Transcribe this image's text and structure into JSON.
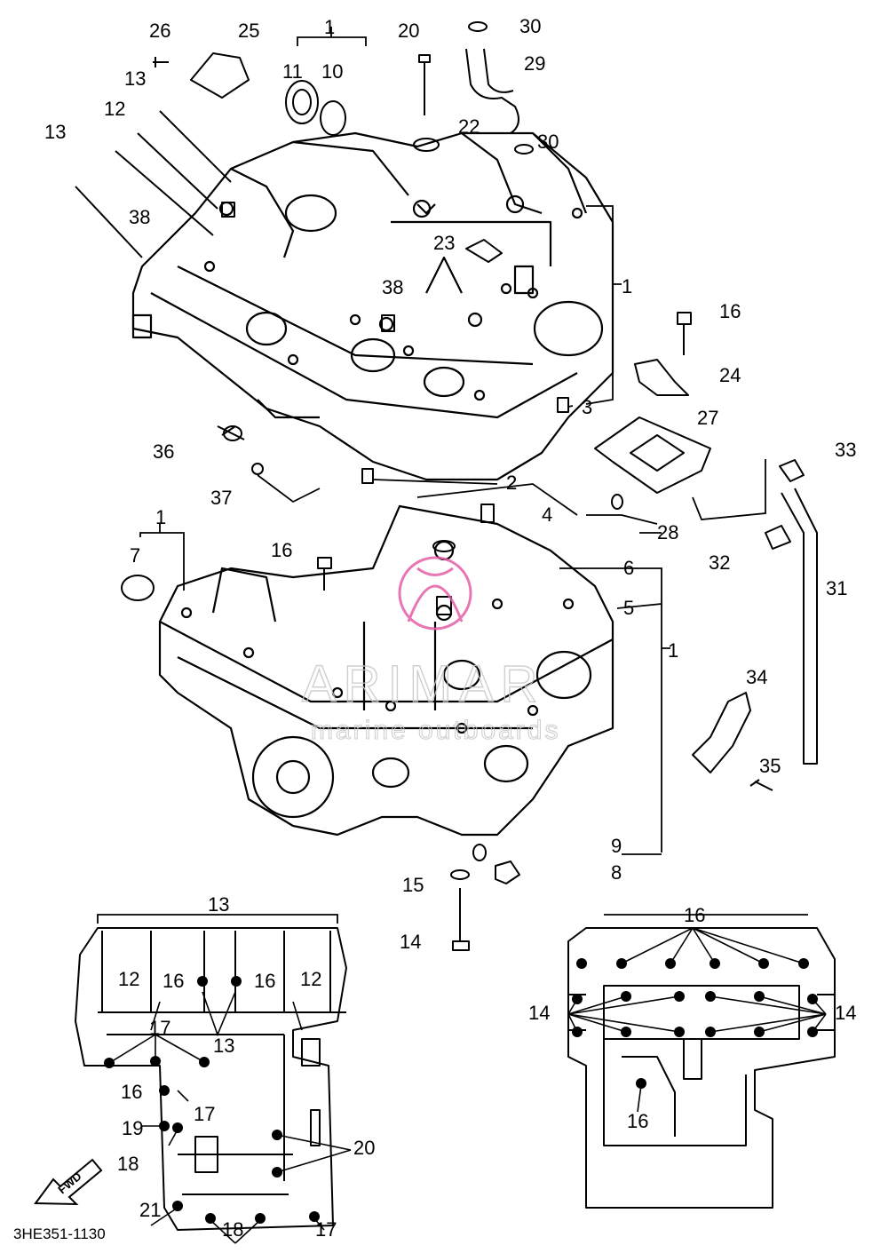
{
  "diagram_code": "3HE351-1130",
  "fwd_label": "FWD",
  "watermark": {
    "brand": "ARIMAR",
    "tagline": "marine outboards"
  },
  "callouts": [
    "1",
    "2",
    "3",
    "4",
    "5",
    "6",
    "7",
    "8",
    "9",
    "10",
    "11",
    "12",
    "13",
    "14",
    "15",
    "16",
    "17",
    "18",
    "19",
    "20",
    "21",
    "22",
    "23",
    "24",
    "25",
    "26",
    "27",
    "28",
    "29",
    "30",
    "31",
    "32",
    "33",
    "34",
    "35",
    "36",
    "37",
    "38"
  ],
  "colors": {
    "line": "#000000",
    "watermark": "#e35fa6",
    "background": "#ffffff"
  }
}
